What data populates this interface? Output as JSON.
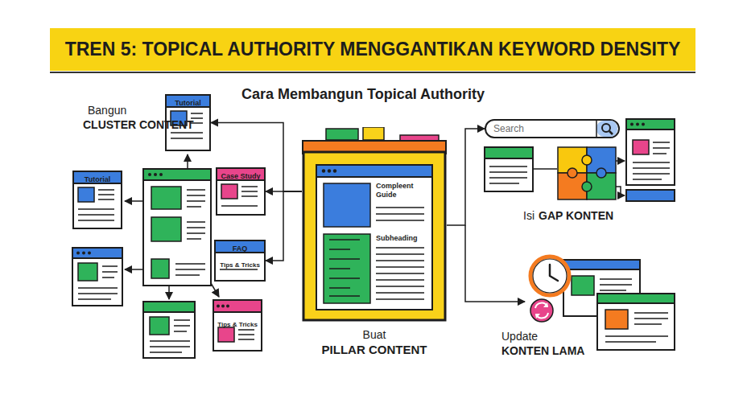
{
  "diagram": {
    "title": "TREN 5: TOPICAL AUTHORITY MENGGANTIKAN KEYWORD DENSITY",
    "nodes": [
      {
        "text": [
          "Tutorial"
        ]
      },
      {
        "text": [
          "Tutorial"
        ]
      },
      {
        "text": [
          "Case Study"
        ]
      },
      {
        "text": [
          "FAQ",
          "Tips & Tricks"
        ]
      },
      {
        "text": [
          "Tips & Tricks"
        ]
      },
      {
        "text": [
          "Compleent Guide",
          "Subheading",
          "Buat",
          "PILLAR CONTENT"
        ]
      },
      {
        "text": [
          "Search"
        ]
      }
    ],
    "edges": [
      {
        "from": 5,
        "to": 0,
        "arrow": "to"
      },
      {
        "from": 5,
        "to": 2,
        "arrow": "to"
      },
      {
        "from": 5,
        "to": 3,
        "arrow": "to"
      },
      {
        "from": 5,
        "to": 6,
        "arrow": "to"
      }
    ],
    "labels": [
      "Cara Membangun Topical Authority",
      "Bangun",
      "CLUSTER CONTENT",
      "Isi",
      "GAP KONTEN",
      "Update",
      "KONTEN LAMA"
    ]
  }
}
